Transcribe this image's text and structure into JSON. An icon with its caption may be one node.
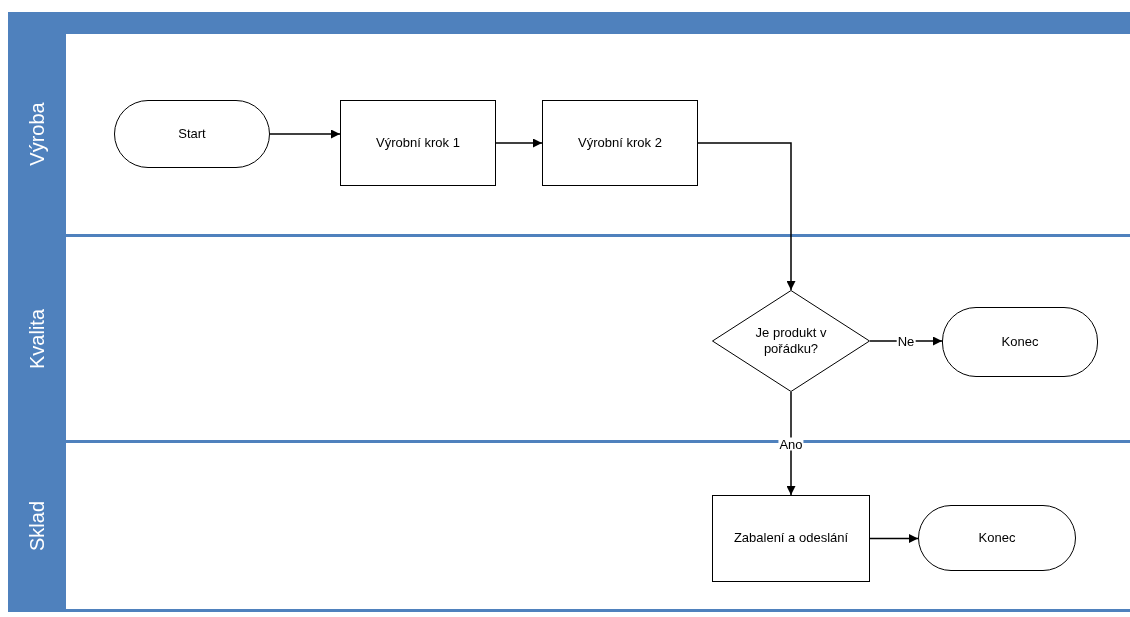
{
  "diagram": {
    "nodes": [
      {
        "text": [
          "Výroba"
        ]
      },
      {
        "text": [
          "Start"
        ],
        "in": 0
      },
      {
        "text": [
          "Výrobní krok 1"
        ],
        "in": 0
      },
      {
        "text": [
          "Výrobní krok 2"
        ],
        "in": 0
      },
      {
        "text": [
          "Kvalita"
        ]
      },
      {
        "text": [
          "Je produkt v pořádku?"
        ],
        "in": 4
      },
      {
        "text": [
          "Konec"
        ],
        "in": 4
      },
      {
        "text": [
          "Sklad"
        ]
      },
      {
        "text": [
          "Zabalení a odeslání"
        ],
        "in": 7
      },
      {
        "text": [
          "Konec"
        ],
        "in": 7
      }
    ],
    "edges": [
      {
        "from": 1,
        "to": 2,
        "arrow": "to"
      },
      {
        "from": 2,
        "to": 3,
        "arrow": "to"
      },
      {
        "from": 3,
        "to": 5,
        "arrow": "to"
      },
      {
        "from": 5,
        "to": 6,
        "arrow": "to",
        "label": "Ne"
      },
      {
        "from": 5,
        "to": 8,
        "arrow": "to",
        "label": "Ano"
      },
      {
        "from": 8,
        "to": 9,
        "arrow": "to"
      }
    ]
  }
}
